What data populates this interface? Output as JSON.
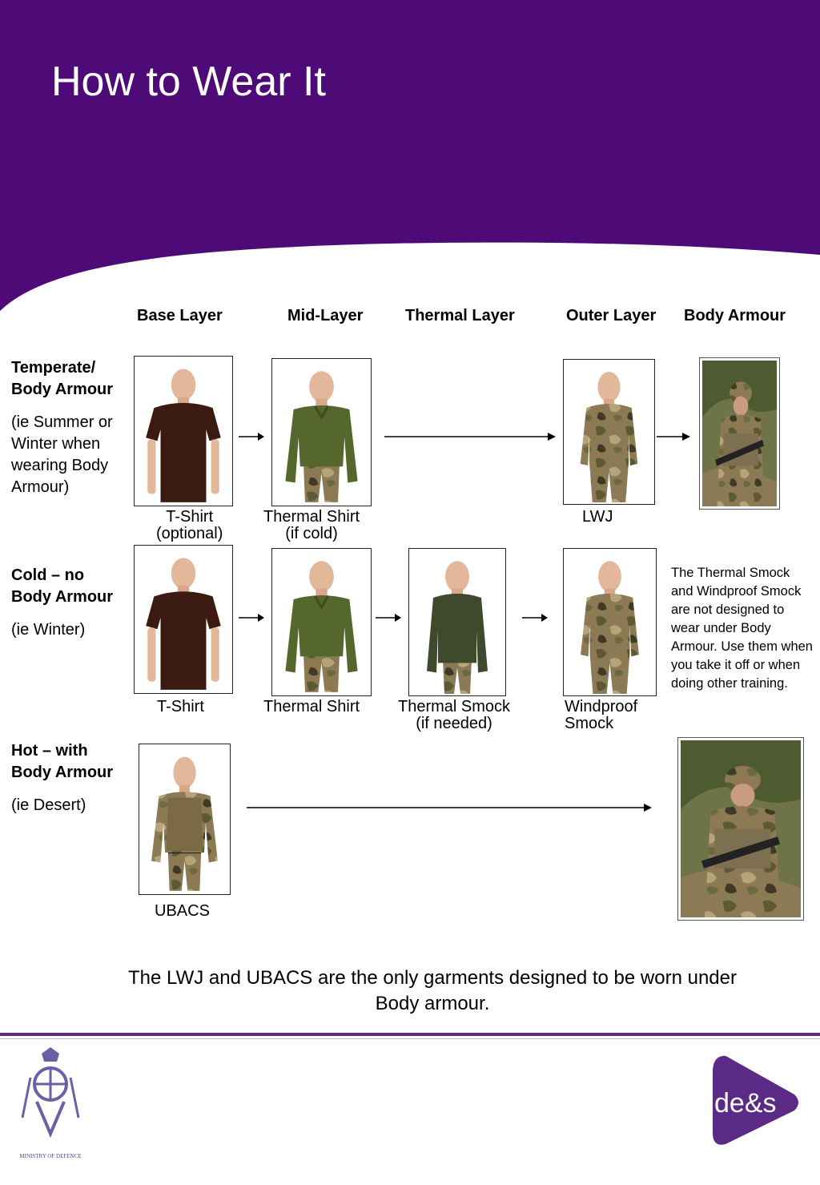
{
  "title": "How to Wear It",
  "colors": {
    "banner_purple": "#4e0b78",
    "accent": "#5b2a86"
  },
  "columns": [
    "Base Layer",
    "Mid-Layer",
    "Thermal Layer",
    "Outer Layer",
    "Body Armour"
  ],
  "rows": [
    {
      "name": "Temperate/ Body Armour",
      "condition": "(ie Summer or Winter when wearing Body Armour)",
      "captions": {
        "base": [
          "T-Shirt",
          "(optional)"
        ],
        "mid": [
          "Thermal Shirt",
          "(if cold)"
        ],
        "outer": [
          "LWJ"
        ]
      }
    },
    {
      "name": "Cold – no Body Armour",
      "condition": "(ie Winter)",
      "captions": {
        "base": [
          "T-Shirt"
        ],
        "mid": [
          "Thermal Shirt"
        ],
        "thermal": [
          "Thermal Smock",
          "(if needed)"
        ],
        "outer": [
          "Windproof",
          "Smock"
        ]
      }
    },
    {
      "name": "Hot – with Body Armour",
      "condition": "(ie Desert)",
      "captions": {
        "base": [
          "UBACS"
        ]
      }
    }
  ],
  "side_note": "The Thermal Smock and Windproof Smock are not designed to wear under Body Armour. Use them when you take it off or when doing other training.",
  "footer_note": "The LWJ and UBACS are the only garments designed to be worn under Body armour.",
  "logos": {
    "des": {
      "text": "de&s",
      "icon": "des-logo-icon"
    },
    "mod": {
      "text": "MINISTRY OF DEFENCE",
      "icon": "mod-crest-icon"
    }
  }
}
